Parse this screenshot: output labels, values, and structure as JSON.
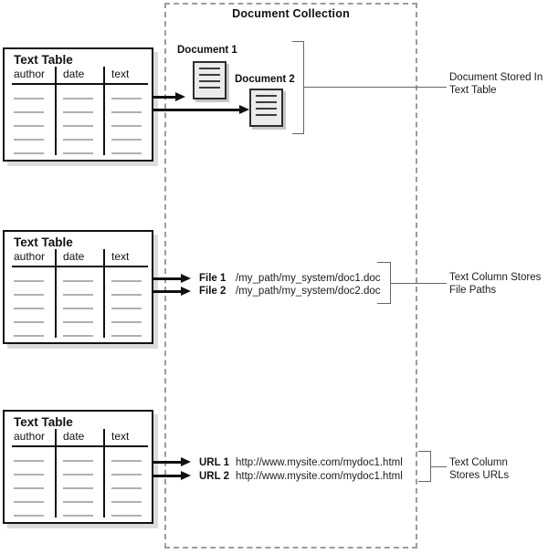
{
  "collection": {
    "title": "Document Collection"
  },
  "tables": [
    {
      "title": "Text Table",
      "columns": [
        "author",
        "date",
        "text"
      ]
    },
    {
      "title": "Text Table",
      "columns": [
        "author",
        "date",
        "text"
      ]
    },
    {
      "title": "Text Table",
      "columns": [
        "author",
        "date",
        "text"
      ]
    }
  ],
  "documents": [
    {
      "label": "Document 1"
    },
    {
      "label": "Document 2"
    }
  ],
  "files": [
    {
      "label": "File 1",
      "path": "/my_path/my_system/doc1.doc"
    },
    {
      "label": "File 2",
      "path": "/my_path/my_system/doc2.doc"
    }
  ],
  "urls": [
    {
      "label": "URL 1",
      "url": "http://www.mysite.com/mydoc1.html"
    },
    {
      "label": "URL 2",
      "url": "http://www.mysite.com/mydoc1.html"
    }
  ],
  "annotations": [
    {
      "lines": [
        "Document Stored In",
        "Text Table"
      ]
    },
    {
      "lines": [
        "Text Column Stores",
        "File Paths"
      ]
    },
    {
      "lines": [
        "Text Column",
        "Stores URLs"
      ]
    }
  ],
  "colors": {
    "table_border": "#111111",
    "table_shadow": "#dcdcdc",
    "placeholder_rows": "#b0b0b0",
    "collection_dashed_border": "#9c9c9c",
    "arrow": "#111111",
    "doc_icon_fill": "#ebebeb",
    "annotation_line": "#666666",
    "text": "#111111"
  }
}
